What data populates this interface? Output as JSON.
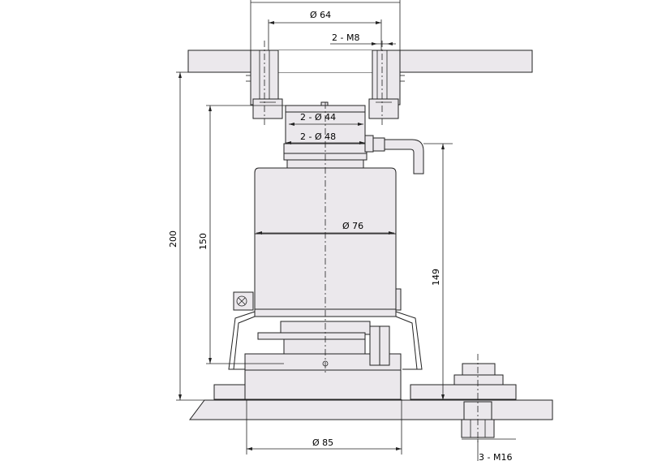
{
  "labels": {
    "d64": "Ø 64",
    "m8": "2 - M8",
    "d44": "2 - Ø 44",
    "d48": "2 - Ø 48",
    "d76": "Ø 76",
    "h200": "200",
    "h150": "150",
    "h149": "149",
    "d85": "Ø 85",
    "m16": "3 - M16"
  },
  "colors": {
    "part_fill": "#ebe8ec",
    "line": "#222222"
  }
}
